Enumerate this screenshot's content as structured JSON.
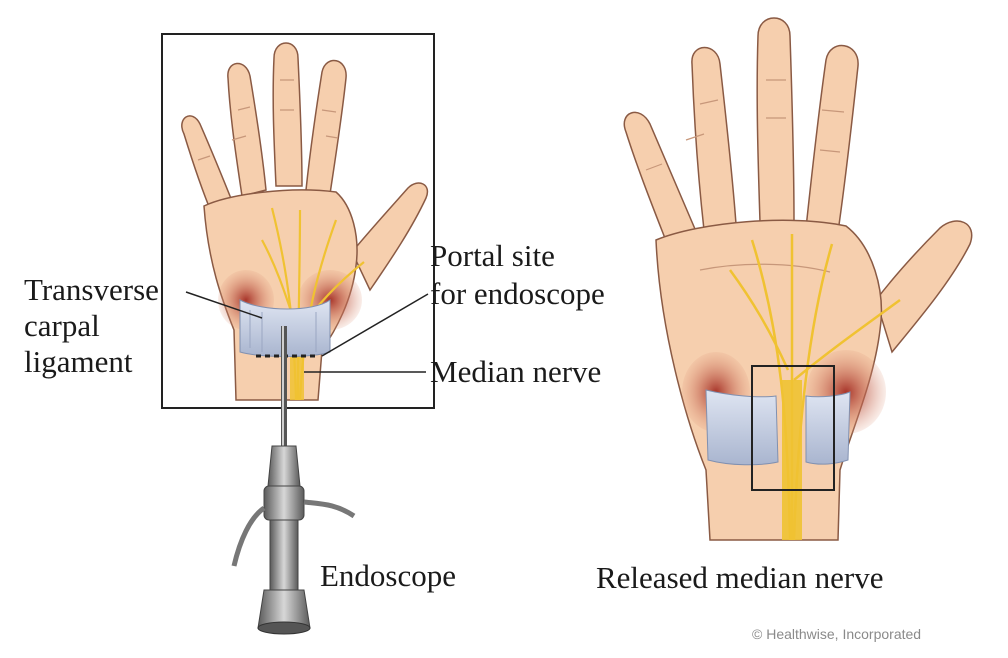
{
  "labels": {
    "transverse_line1": "Transverse",
    "transverse_line2": "carpal",
    "transverse_line3": "ligament",
    "portal_line1": "Portal site",
    "portal_line2": "for endoscope",
    "median_nerve": "Median nerve",
    "endoscope": "Endoscope",
    "released": "Released median nerve"
  },
  "credit": "© Healthwise, Incorporated",
  "colors": {
    "skin": "#f6cfae",
    "skin_shade": "#eab290",
    "outline": "#8a5a44",
    "nerve": "#f0c232",
    "muscle": "#b8483a",
    "ligament": "#b9c4dc",
    "frame": "#222222",
    "metal": "#8c8c8c"
  }
}
